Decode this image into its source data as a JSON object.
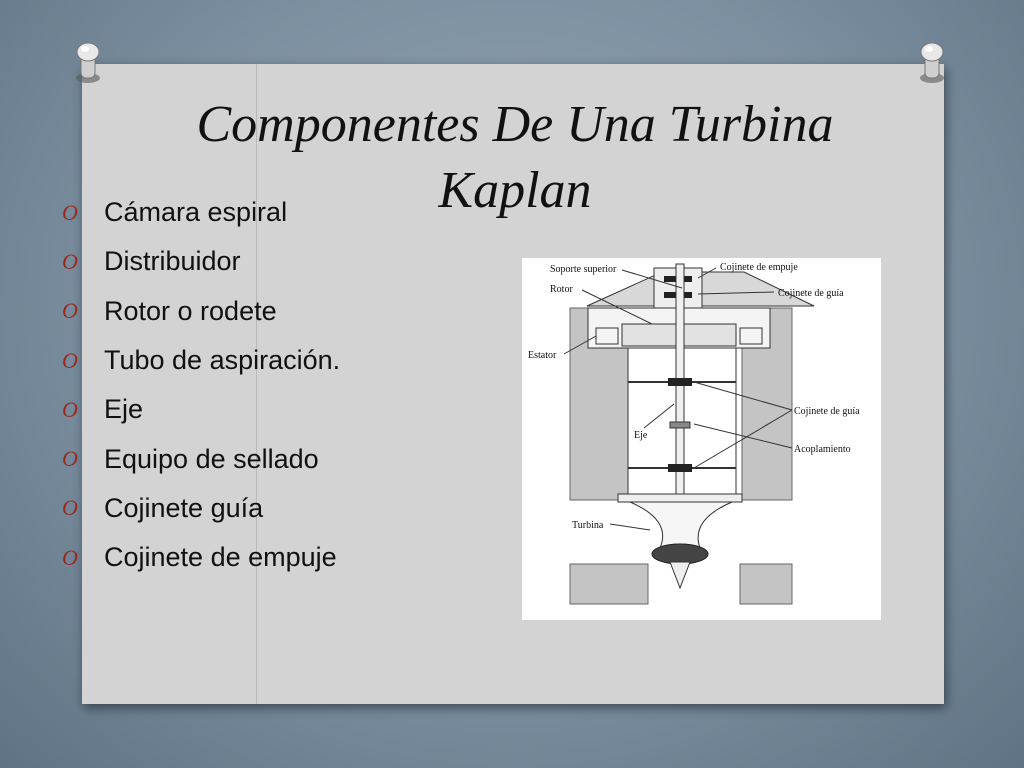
{
  "slide": {
    "title": "Componentes De Una Turbina Kaplan",
    "bullet_marker": "O",
    "bullets": [
      "Cámara espiral",
      "Distribuidor",
      "Rotor o rodete",
      "Tubo de aspiración.",
      "Eje",
      "Equipo de sellado",
      "Cojinete guía",
      "Cojinete de empuje"
    ]
  },
  "diagram": {
    "labels": {
      "soporte_superior": "Soporte superior",
      "rotor": "Rotor",
      "estator": "Estator",
      "eje": "Eje",
      "turbina": "Turbina",
      "cojinete_empuje": "Cojinete de empuje",
      "cojinete_guia_top": "Cojinete de guía",
      "cojinete_guia_mid": "Cojinete de guía",
      "acoplamiento": "Acoplamiento"
    }
  },
  "colors": {
    "bullet_marker": "#9b2a1e",
    "slide_background": "#d3d3d3",
    "backdrop": "#7d92a3"
  }
}
